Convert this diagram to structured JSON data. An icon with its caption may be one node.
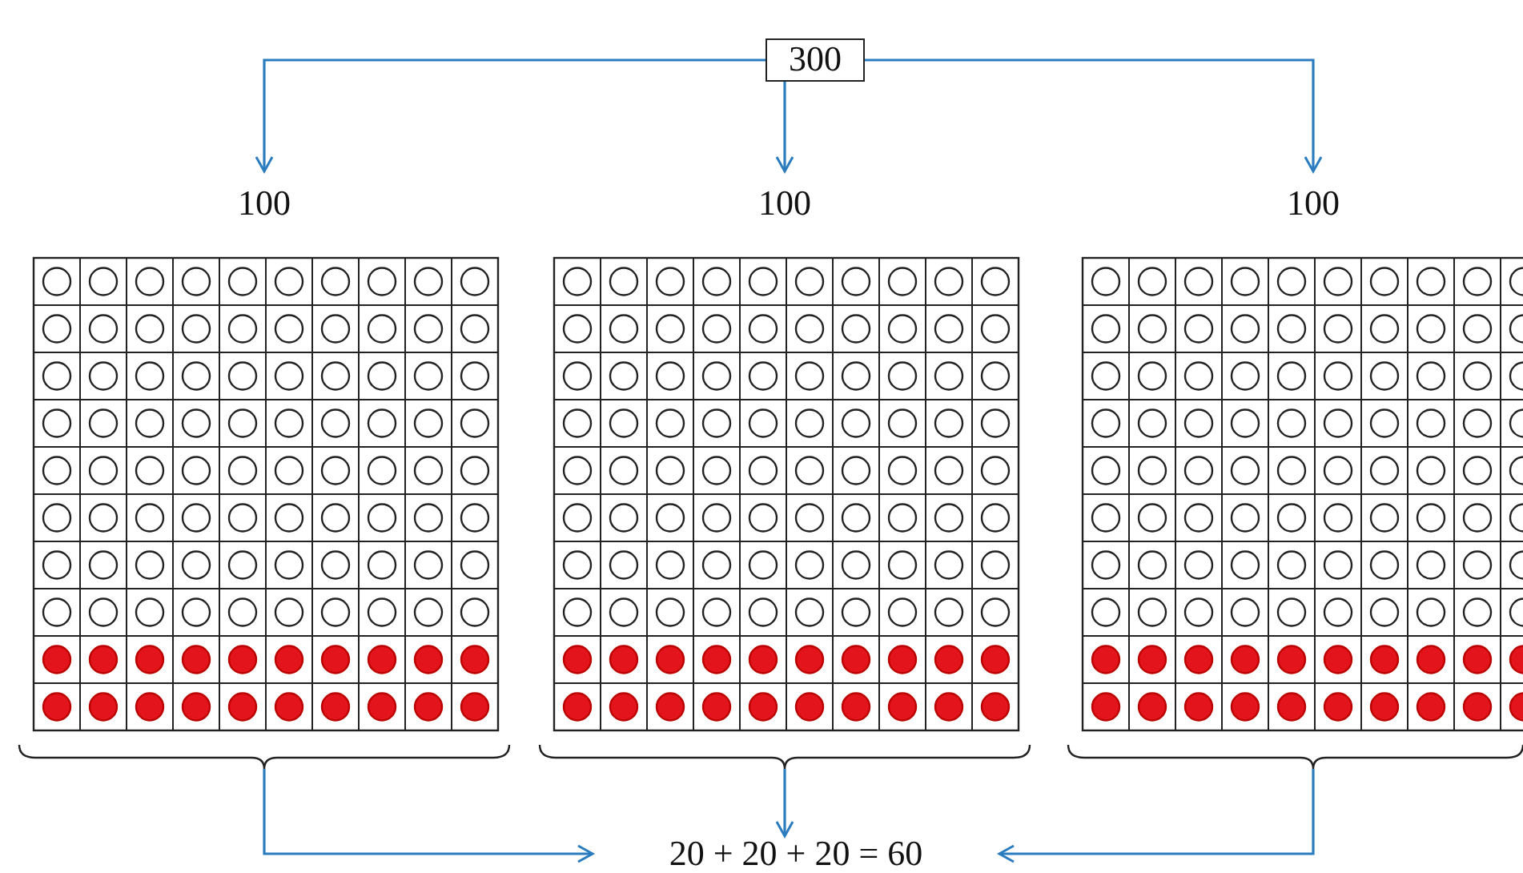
{
  "diagram": {
    "nodes": [
      {
        "text": [
          "300"
        ]
      },
      {
        "text": [
          "100"
        ]
      },
      {
        "text": [
          "100"
        ]
      },
      {
        "text": [
          "100"
        ]
      },
      {
        "text": [],
        "shape": "picture"
      },
      {
        "text": [],
        "shape": "picture"
      },
      {
        "text": [],
        "shape": "picture"
      },
      {
        "text": [
          "20 + 20 + 20 = 60"
        ]
      }
    ],
    "edges": [
      {
        "from": 0,
        "to": 1,
        "arrow": "to"
      },
      {
        "from": 0,
        "to": 2,
        "arrow": "to"
      },
      {
        "from": 0,
        "to": 3,
        "arrow": "to"
      },
      {
        "from": 4,
        "to": 7,
        "arrow": "to"
      },
      {
        "from": 5,
        "to": 7,
        "arrow": "to"
      },
      {
        "from": 6,
        "to": 7,
        "arrow": "to"
      }
    ]
  }
}
